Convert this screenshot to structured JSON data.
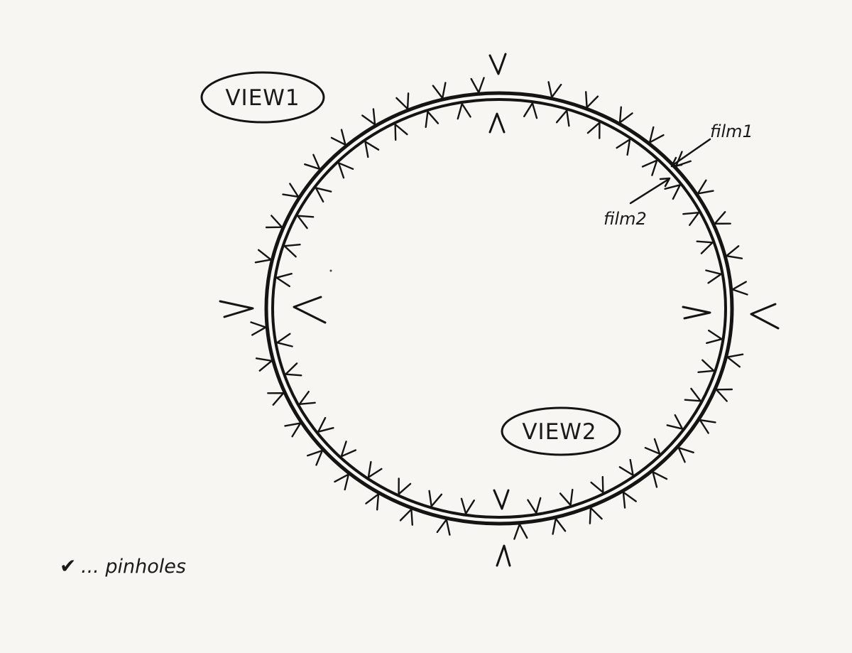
{
  "labels": {
    "view1": "VIEW1",
    "view2": "VIEW2",
    "film1": "film1",
    "film2": "film2"
  },
  "legend": {
    "symbol": "✔",
    "text": "... pinholes"
  },
  "colors": {
    "ink": "#141414",
    "paper": "#f7f6f2"
  }
}
